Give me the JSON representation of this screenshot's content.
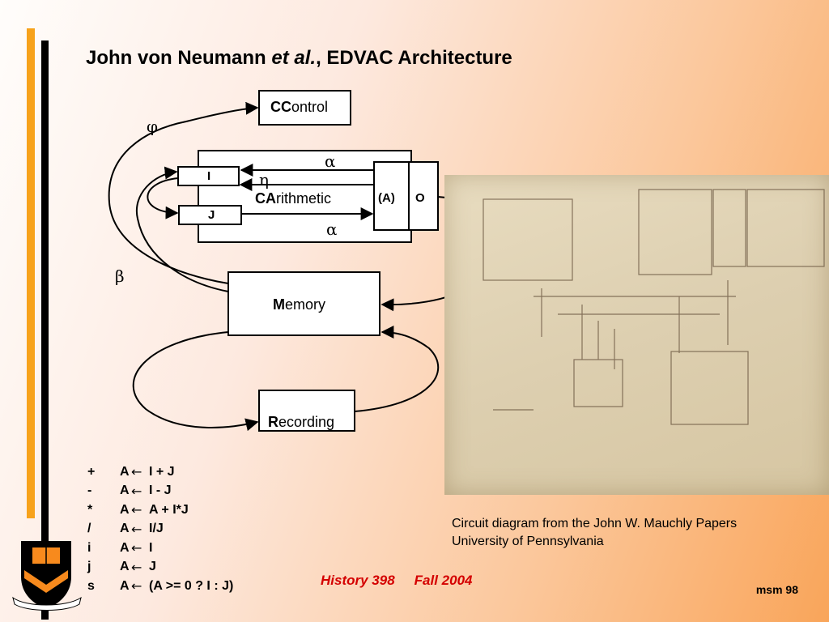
{
  "title": {
    "main": "John von Neumann ",
    "italic": "et al.",
    "rest": ", EDVAC Architecture"
  },
  "diagram": {
    "control": {
      "prefix": "CC",
      "rest": "ontrol"
    },
    "arithmetic": {
      "prefix": "CA",
      "rest": "rithmetic"
    },
    "memory": {
      "prefix": "M",
      "rest": "emory"
    },
    "recording": {
      "prefix": "R",
      "rest": "ecording"
    },
    "reg_i": "I",
    "reg_j": "J",
    "reg_a": "(A)",
    "reg_o": "O",
    "symbols": {
      "phi": "φ",
      "alpha": "α",
      "eta": "η",
      "beta": "β"
    }
  },
  "photo": {
    "caption_line1": "Circuit diagram from the John W. Mauchly Papers",
    "caption_line2": "University of Pennsylvania"
  },
  "operations": [
    {
      "sym": "+",
      "reg": "A",
      "arrow": "←",
      "expr": "I + J"
    },
    {
      "sym": "-",
      "reg": "A",
      "arrow": "←",
      "expr": "I - J"
    },
    {
      "sym": "*",
      "reg": "A",
      "arrow": "←",
      "expr": "A + I*J"
    },
    {
      "sym": "/",
      "reg": "A",
      "arrow": "←",
      "expr": "I/J"
    },
    {
      "sym": "i",
      "reg": "A",
      "arrow": "←",
      "expr": "I"
    },
    {
      "sym": "j",
      "reg": "A",
      "arrow": "←",
      "expr": "J"
    },
    {
      "sym": "s",
      "reg": "A",
      "arrow": "←",
      "expr": "(A >= 0 ? I : J)"
    }
  ],
  "footer": {
    "course": "History 398",
    "term": "Fall 2004",
    "page": "msm 98"
  },
  "colors": {
    "accent_bar": "#f7a21b",
    "footer_text": "#d40000"
  },
  "icons": {
    "logo": "princeton-shield-icon"
  }
}
